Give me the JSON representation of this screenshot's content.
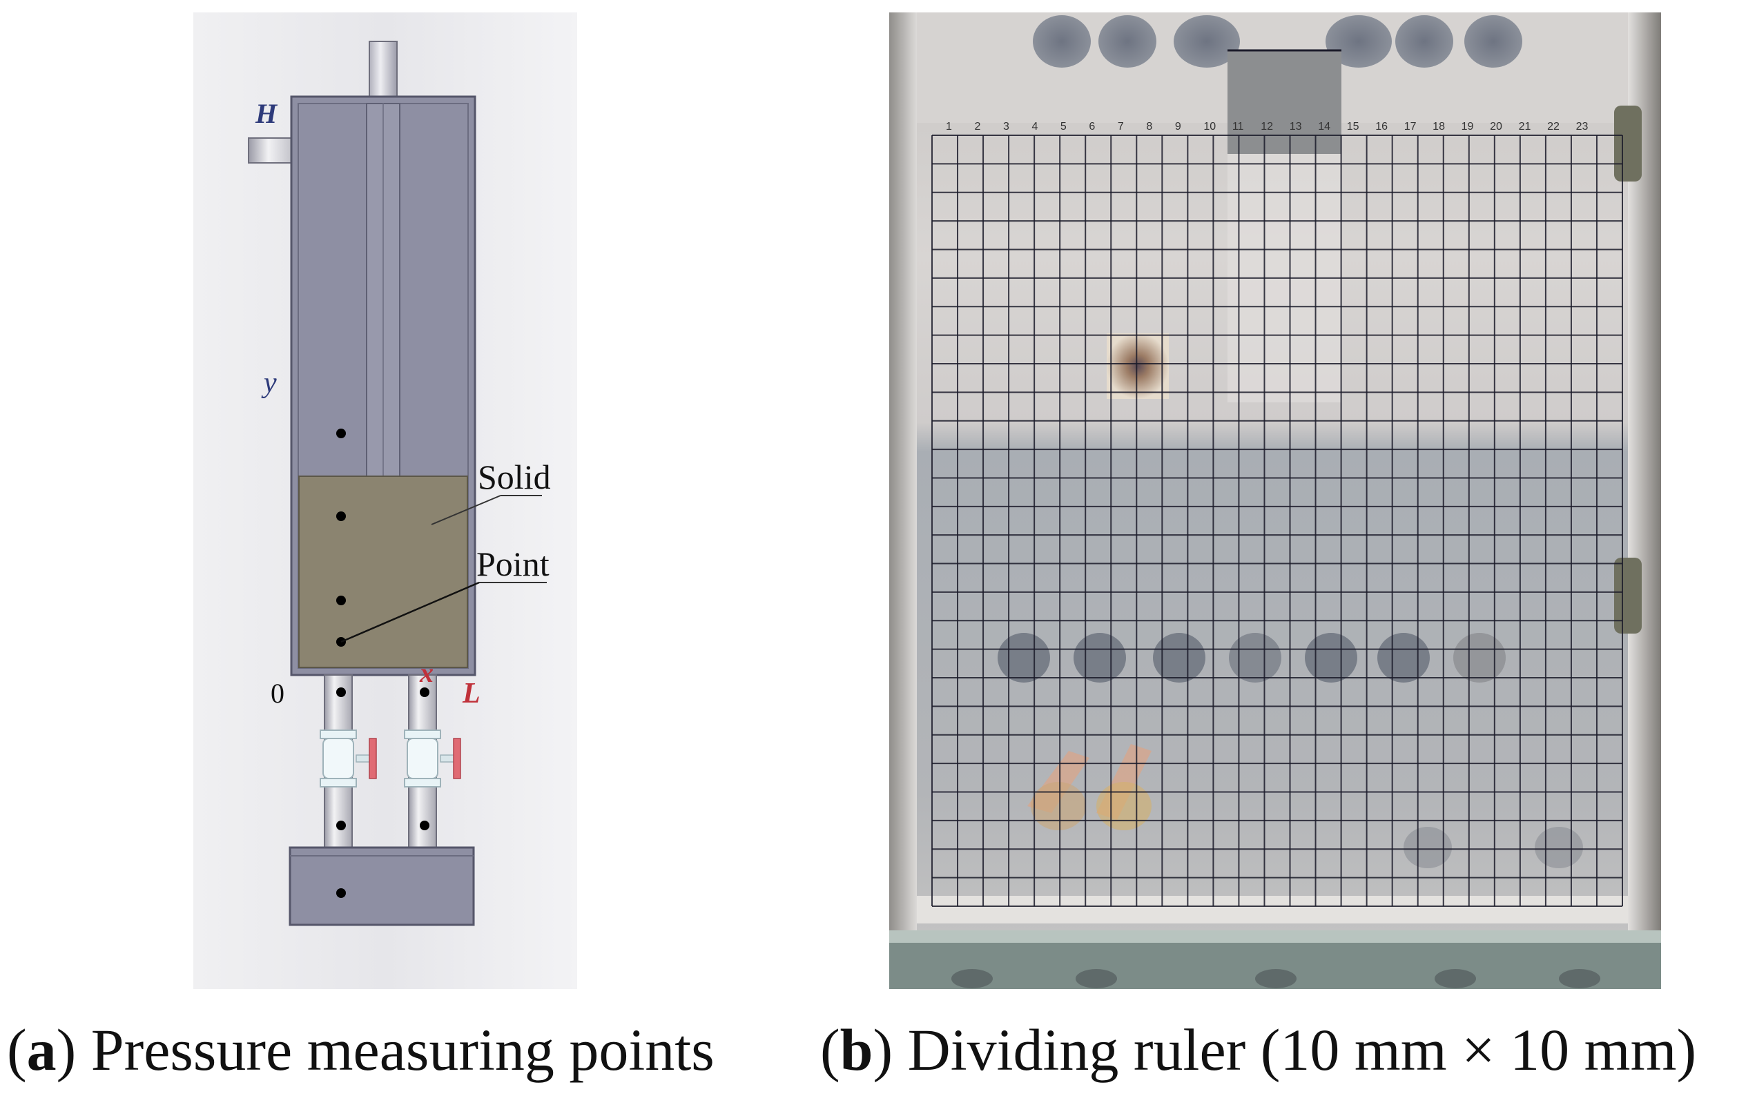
{
  "panel_a": {
    "labels": {
      "H": "H",
      "y": "y",
      "origin": "0",
      "x": "x",
      "L": "L",
      "solid": "Solid",
      "point": "Point"
    }
  },
  "panel_b": {
    "ruler_numbers": [
      "1",
      "2",
      "3",
      "4",
      "5",
      "6",
      "7",
      "8",
      "9",
      "10",
      "11",
      "12",
      "13",
      "14",
      "15",
      "16",
      "17",
      "18",
      "19",
      "20",
      "21",
      "22",
      "23"
    ]
  },
  "captions": {
    "a_letter": "a",
    "a_text": "Pressure measuring points",
    "b_letter": "b",
    "b_text": "Dividing ruler (10 mm × 10 mm)"
  },
  "colors": {
    "chamber": "#8e8fa3",
    "solid": "#8b8470",
    "grid": "#1b1b2a",
    "label_blue": "#2d3a7a",
    "label_red": "#c0313a"
  }
}
